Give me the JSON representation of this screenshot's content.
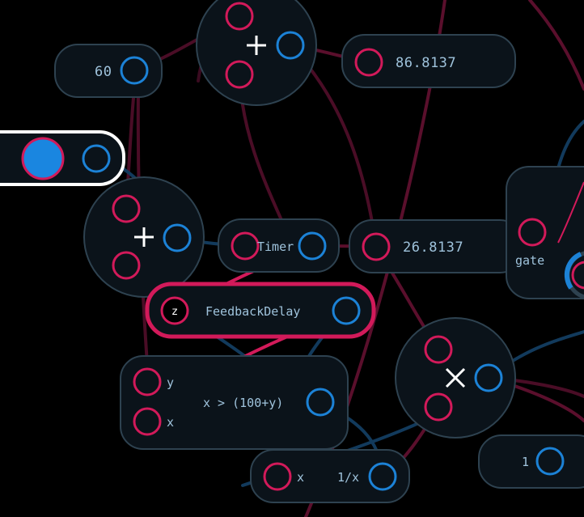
{
  "colors": {
    "background": "#000000",
    "node_fill": "#0b131a",
    "node_stroke": "#2e4250",
    "inlet": "#d21a5a",
    "outlet": "#1c82d6",
    "selected": "#d21a5a",
    "highlight": "#ffffff",
    "text": "#9fc3dc"
  },
  "nodes": {
    "const_60": {
      "value": "60"
    },
    "add_top": {
      "symbol": "+"
    },
    "readout_86": {
      "value": "86.8137"
    },
    "add_mid": {
      "symbol": "+"
    },
    "timer": {
      "label": "Timer"
    },
    "readout_26": {
      "value": "26.8137"
    },
    "gate": {
      "label": "gate"
    },
    "feedback_delay": {
      "label": "FeedbackDelay",
      "inlet_label": "z"
    },
    "compare": {
      "expression": "x > (100+y)",
      "inlet_y": "y",
      "inlet_x": "x"
    },
    "multiply": {
      "symbol": "×"
    },
    "reciprocal": {
      "label": "1/x",
      "inlet_x": "x"
    },
    "const_1": {
      "value": "1"
    }
  }
}
